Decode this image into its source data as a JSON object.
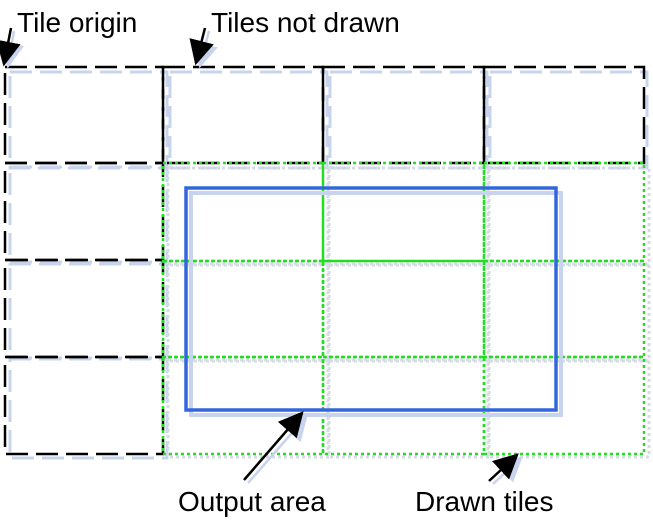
{
  "labels": {
    "tile_origin": "Tile origin",
    "tiles_not_drawn": "Tiles not drawn",
    "output_area": "Output area",
    "drawn_tiles": "Drawn tiles"
  },
  "colors": {
    "tile_outline": "#000000",
    "drawn_tile_outline": "#22dd22",
    "output_area": "#3366dd",
    "shadow": "#c8d4ee",
    "background": "#ffffff"
  },
  "grid": {
    "columns": 4,
    "rows": 4
  }
}
